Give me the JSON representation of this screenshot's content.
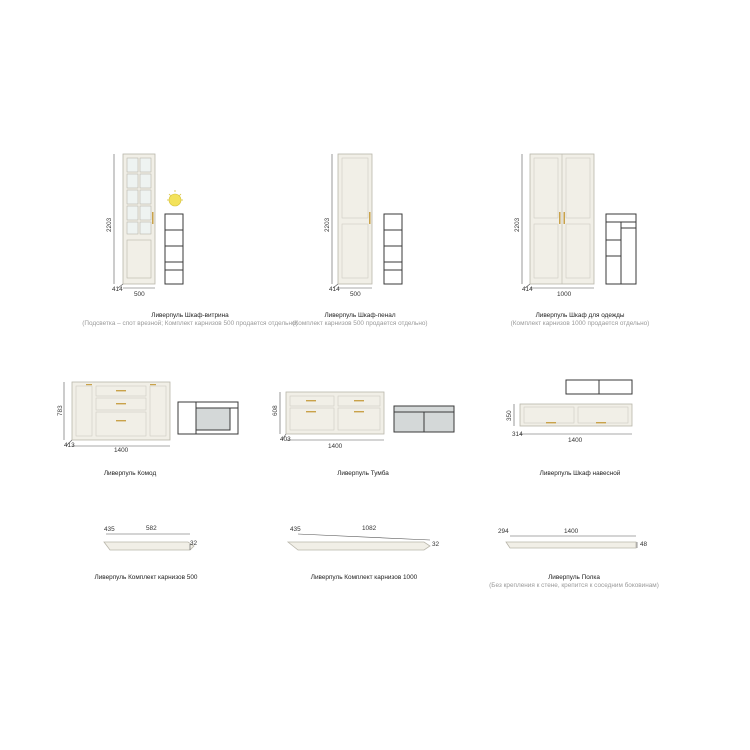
{
  "items": [
    {
      "title": "Ливерпуль Шкаф-витрина",
      "subtitle": "(Подсветка – спот врезной; Комплект карнизов 500 продается отдельно)",
      "dims": {
        "height": "2203",
        "depth": "414",
        "width": "500"
      }
    },
    {
      "title": "Ливерпуль Шкаф-пенал",
      "subtitle": "(Комплект карнизов 500 продается отдельно)",
      "dims": {
        "height": "2203",
        "depth": "414",
        "width": "500"
      }
    },
    {
      "title": "Ливерпуль Шкаф для одежды",
      "subtitle": "(Комплект карнизов 1000 продается отдельно)",
      "dims": {
        "height": "2203",
        "depth": "414",
        "width": "1000"
      }
    },
    {
      "title": "Ливерпуль Комод",
      "subtitle": "",
      "dims": {
        "height": "783",
        "depth": "413",
        "width": "1400"
      }
    },
    {
      "title": "Ливерпуль Тумба",
      "subtitle": "",
      "dims": {
        "height": "608",
        "depth": "403",
        "width": "1400"
      }
    },
    {
      "title": "Ливерпуль Шкаф навесной",
      "subtitle": "",
      "dims": {
        "height": "350",
        "depth": "314",
        "width": "1400"
      }
    },
    {
      "title": "Ливерпуль Комплект карнизов 500",
      "subtitle": "",
      "dims": {
        "depth": "435",
        "width": "582",
        "height": "32"
      }
    },
    {
      "title": "Ливерпуль Комплект карнизов 1000",
      "subtitle": "",
      "dims": {
        "depth": "435",
        "width": "1082",
        "height": "32"
      }
    },
    {
      "title": "Ливерпуль Полка",
      "subtitle": "(Без крепления к стене, крепится к соседним боковинам)",
      "dims": {
        "depth": "294",
        "width": "1400",
        "height": "48"
      }
    }
  ],
  "colors": {
    "body": "#f1efe7",
    "edge": "#b9b6ab",
    "handle": "#c9a24a",
    "frame": "#3a3a3a",
    "glass": "#dfe7e4",
    "lamp": "#f3e25a"
  }
}
